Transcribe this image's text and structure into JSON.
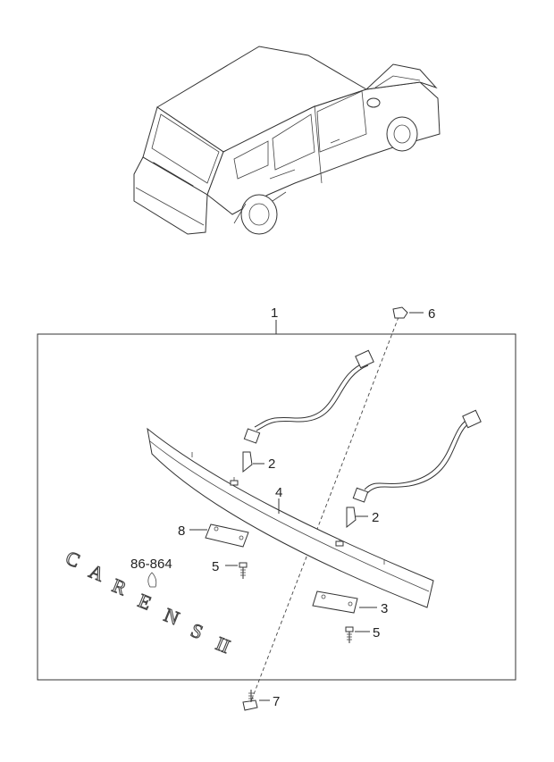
{
  "diagram": {
    "callouts": [
      {
        "id": "c1",
        "label": "1"
      },
      {
        "id": "c2a",
        "label": "2"
      },
      {
        "id": "c2b",
        "label": "2"
      },
      {
        "id": "c3",
        "label": "3"
      },
      {
        "id": "c4",
        "label": "4"
      },
      {
        "id": "c5a",
        "label": "5"
      },
      {
        "id": "c5b",
        "label": "5"
      },
      {
        "id": "c6",
        "label": "6"
      },
      {
        "id": "c7",
        "label": "7"
      },
      {
        "id": "c8",
        "label": "8"
      }
    ],
    "reference_number": "86-864",
    "emblem_letters": [
      "C",
      "A",
      "R",
      "E",
      "N",
      "S",
      "II"
    ]
  },
  "colors": {
    "line": "#333333",
    "background": "#ffffff"
  }
}
